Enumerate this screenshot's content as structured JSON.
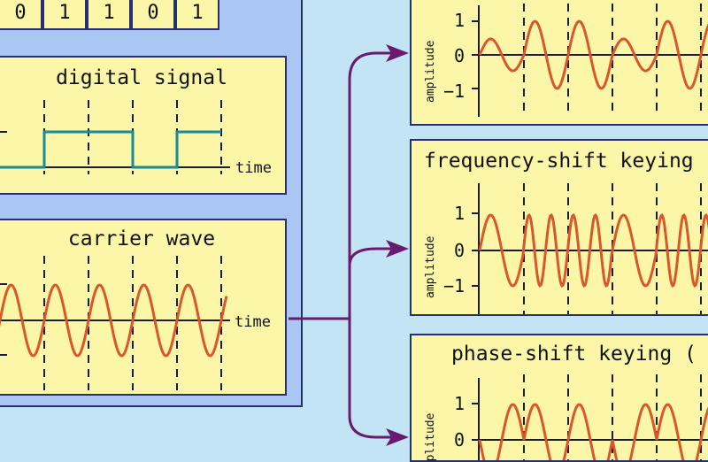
{
  "bits": [
    "0",
    "1",
    "1",
    "0",
    "1"
  ],
  "digital_signal": {
    "title": "digital signal",
    "axis_label": "time"
  },
  "carrier_wave": {
    "title": "carrier wave",
    "axis_label": "time"
  },
  "ask_panel": {
    "title": "",
    "y_label": "amplitude",
    "ticks": [
      "1",
      "0",
      "−1"
    ]
  },
  "fsk_panel": {
    "title": "frequency-shift keying",
    "y_label": "amplitude",
    "ticks": [
      "1",
      "0",
      "−1"
    ]
  },
  "psk_panel": {
    "title": "phase-shift keying (",
    "y_label": "amplitude",
    "ticks": [
      "1",
      "0"
    ]
  },
  "colors": {
    "wave": "#d9572a",
    "square": "#1a8a96",
    "frame": "#27306e",
    "arrow": "#6a1a6e",
    "panel": "#fbf6a8"
  }
}
